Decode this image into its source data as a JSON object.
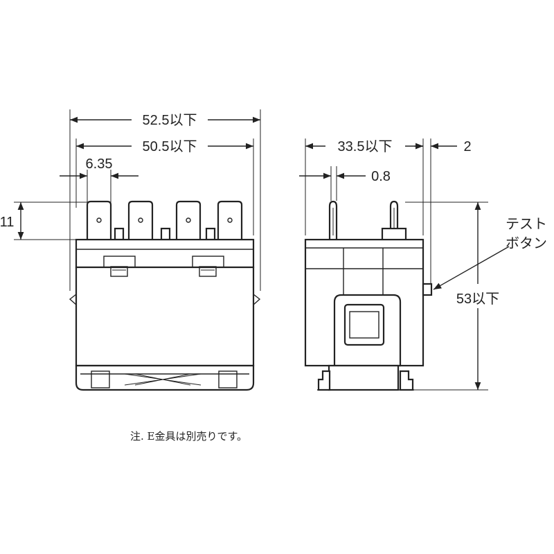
{
  "front_view": {
    "overall_width": "52.5以下",
    "inner_width": "50.5以下",
    "terminal_pitch": "6.35",
    "terminal_height": "11"
  },
  "side_view": {
    "depth": "33.5以下",
    "button_projection": "2",
    "terminal_thickness": "0.8",
    "height": "53以下",
    "test_button_label_line1": "テスト",
    "test_button_label_line2": "ボタン"
  },
  "note": "注. E金具は別売りです。"
}
